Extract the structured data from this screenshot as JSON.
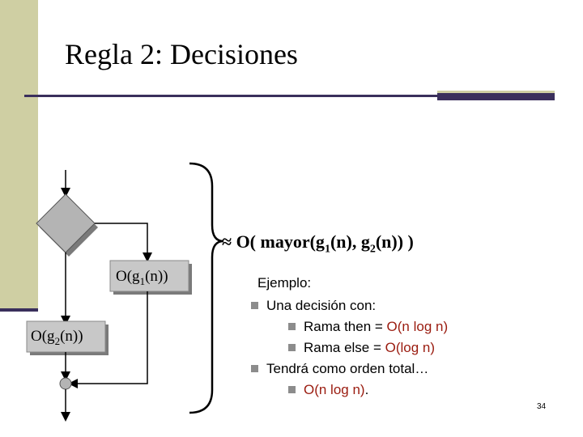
{
  "slide": {
    "title": "Regla 2: Decisiones",
    "page_number": "34"
  },
  "flowchart": {
    "then_box": {
      "prefix": "O(g",
      "sub": "1",
      "suffix": "(n))"
    },
    "else_box": {
      "prefix": "O(g",
      "sub": "2",
      "suffix": "(n))"
    }
  },
  "formula": {
    "part1": "≈ O( mayor(g",
    "sub1": "1",
    "part2": "(n), g",
    "sub2": "2",
    "part3": "(n)) )"
  },
  "example": {
    "heading": "Ejemplo:",
    "item1": "Una decisión con:",
    "sub1_prefix": "Rama then = ",
    "sub1_value": "O(n log n)",
    "sub2_prefix": "Rama else = ",
    "sub2_value": "O(log n)",
    "item2": "Tendrá como orden total…",
    "sub3_value": "O(n log n)",
    "sub3_suffix": "."
  },
  "colors": {
    "accent_bar": "#cfcfa3",
    "dark_rule": "#3a2f5c",
    "highlight_red": "#9a1b0f",
    "shape_gray": "#b4b4b4"
  }
}
